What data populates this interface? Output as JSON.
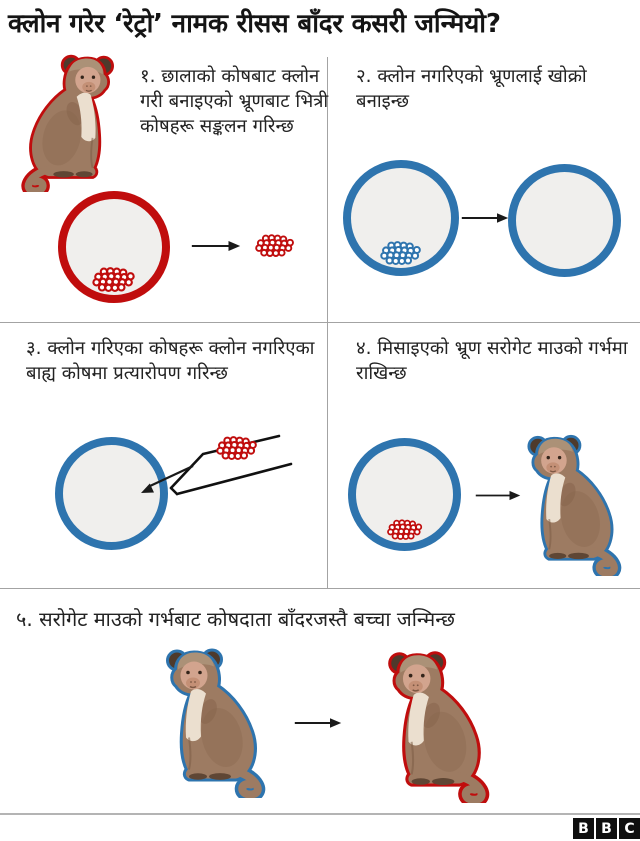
{
  "title": "क्लोन गरेर ‘रेट्रो’ नामक रीसस बाँदर कसरी जन्मियो?",
  "steps": [
    {
      "label": "१. छालाको कोषबाट क्लोन गरी बनाइएको भ्रूणबाट भित्री कोषहरू सङ्कलन गरिन्छ"
    },
    {
      "label": "२. क्लोन नगरिएको भ्रूणलाई खोक्रो बनाइन्छ"
    },
    {
      "label": "३. क्लोन गरिएका कोषहरू क्लोन नगरिएका बाह्य कोषमा प्रत्यारोपण गरिन्छ"
    },
    {
      "label": "४. मिसाइएको भ्रूण सरोगेट माउको गर्भमा राखिन्छ"
    },
    {
      "label": "५. सरोगेट माउको गर्भबाट कोषदाता बाँदरजस्तै बच्चा जन्मिन्छ"
    }
  ],
  "icons": {
    "donor_monkey": "monkey-red-outline-icon",
    "surrogate_monkey": "monkey-blue-outline-icon",
    "clone_baby_monkey": "monkey-red-outline-icon",
    "cloned_embryo": "red-circle-embryo",
    "uncloned_embryo": "blue-circle-embryo",
    "cell_cluster": "cell-cluster-icon",
    "pipette": "pipette-icon",
    "arrow": "arrow-right-icon"
  },
  "colors": {
    "cloned_red": "#c00d0d",
    "uncloned_blue": "#2e74ae",
    "monkey_brown": "#9d7b62",
    "embryo_fill": "#f0efed",
    "divider": "#a3a3a3",
    "text": "#222222"
  },
  "footer": {
    "letters": [
      "B",
      "B",
      "C"
    ]
  }
}
